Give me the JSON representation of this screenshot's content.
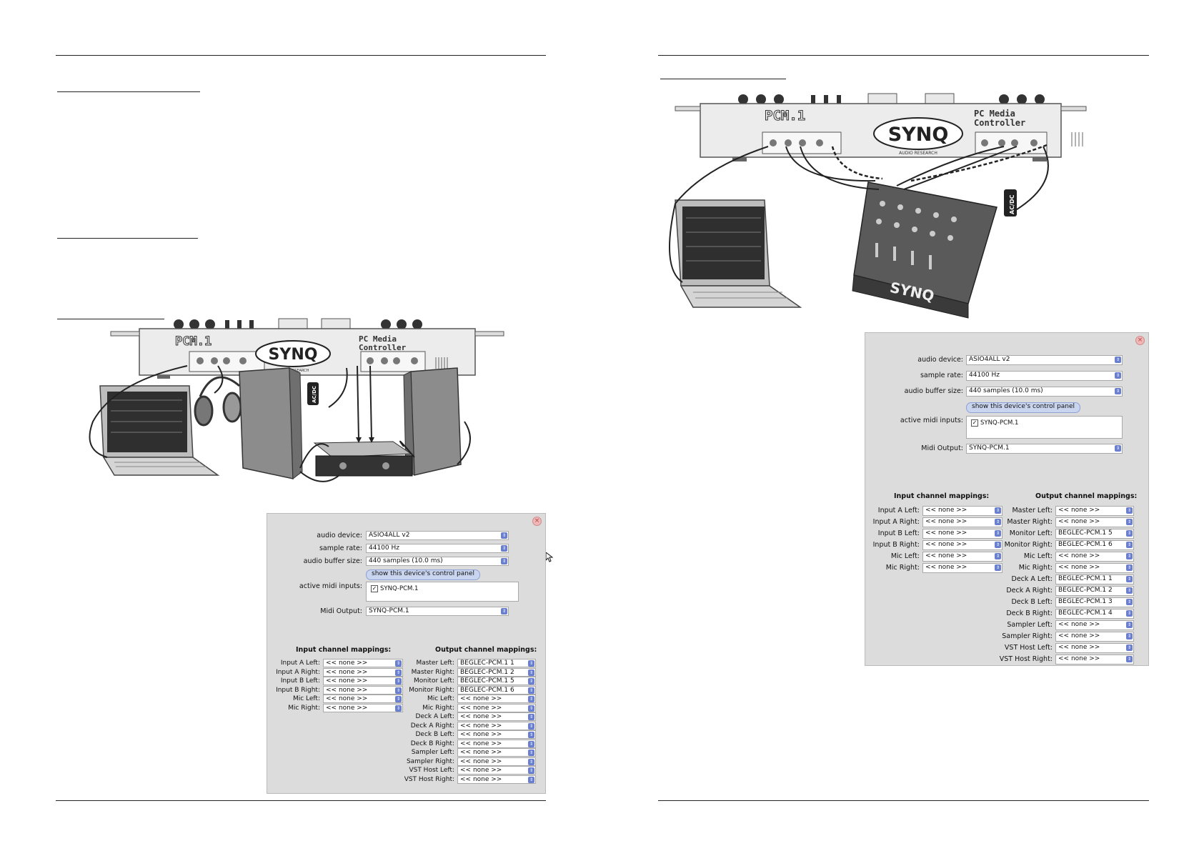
{
  "dialog": {
    "audio_device_label": "audio device:",
    "audio_device_value": "ASIO4ALL v2",
    "sample_rate_label": "sample rate:",
    "sample_rate_value": "44100 Hz",
    "buffer_label": "audio buffer size:",
    "buffer_value": "440 samples (10.0 ms)",
    "control_panel_button": "show this device's control panel",
    "midi_inputs_label": "active midi inputs:",
    "midi_input_item": "SYNQ-PCM.1",
    "midi_output_label": "Midi Output:",
    "midi_output_value": "SYNQ-PCM.1",
    "input_header": "Input channel mappings:",
    "output_header": "Output channel mappings:",
    "none": "<< none >>"
  },
  "left_dialog": {
    "inputs": [
      {
        "label": "Input A Left:",
        "value": "<< none >>"
      },
      {
        "label": "Input A Right:",
        "value": "<< none >>"
      },
      {
        "label": "Input B Left:",
        "value": "<< none >>"
      },
      {
        "label": "Input B Right:",
        "value": "<< none >>"
      },
      {
        "label": "Mic Left:",
        "value": "<< none >>"
      },
      {
        "label": "Mic Right:",
        "value": "<< none >>"
      }
    ],
    "outputs": [
      {
        "label": "Master Left:",
        "value": "BEGLEC-PCM.1 1"
      },
      {
        "label": "Master Right:",
        "value": "BEGLEC-PCM.1 2"
      },
      {
        "label": "Monitor Left:",
        "value": "BEGLEC-PCM.1 5"
      },
      {
        "label": "Monitor Right:",
        "value": "BEGLEC-PCM.1 6"
      },
      {
        "label": "Mic Left:",
        "value": "<< none >>"
      },
      {
        "label": "Mic Right:",
        "value": "<< none >>"
      },
      {
        "label": "Deck A Left:",
        "value": "<< none >>"
      },
      {
        "label": "Deck A Right:",
        "value": "<< none >>"
      },
      {
        "label": "Deck B Left:",
        "value": "<< none >>"
      },
      {
        "label": "Deck B Right:",
        "value": "<< none >>"
      },
      {
        "label": "Sampler Left:",
        "value": "<< none >>"
      },
      {
        "label": "Sampler Right:",
        "value": "<< none >>"
      },
      {
        "label": "VST Host Left:",
        "value": "<< none >>"
      },
      {
        "label": "VST Host Right:",
        "value": "<< none >>"
      }
    ]
  },
  "right_dialog": {
    "inputs": [
      {
        "label": "Input A Left:",
        "value": "<< none >>"
      },
      {
        "label": "Input A Right:",
        "value": "<< none >>"
      },
      {
        "label": "Input B Left:",
        "value": "<< none >>"
      },
      {
        "label": "Input B Right:",
        "value": "<< none >>"
      },
      {
        "label": "Mic Left:",
        "value": "<< none >>"
      },
      {
        "label": "Mic Right:",
        "value": "<< none >>"
      }
    ],
    "outputs": [
      {
        "label": "Master Left:",
        "value": "<< none >>"
      },
      {
        "label": "Master Right:",
        "value": "<< none >>"
      },
      {
        "label": "Monitor Left:",
        "value": "BEGLEC-PCM.1 5"
      },
      {
        "label": "Monitor Right:",
        "value": "BEGLEC-PCM.1 6"
      },
      {
        "label": "Mic Left:",
        "value": "<< none >>"
      },
      {
        "label": "Mic Right:",
        "value": "<< none >>"
      },
      {
        "label": "Deck A Left:",
        "value": "BEGLEC-PCM.1 1"
      },
      {
        "label": "Deck A Right:",
        "value": "BEGLEC-PCM.1 2"
      },
      {
        "label": "Deck B Left:",
        "value": "BEGLEC-PCM.1 3"
      },
      {
        "label": "Deck B Right:",
        "value": "BEGLEC-PCM.1 4"
      },
      {
        "label": "Sampler Left:",
        "value": "<< none >>"
      },
      {
        "label": "Sampler Right:",
        "value": "<< none >>"
      },
      {
        "label": "VST Host Left:",
        "value": "<< none >>"
      },
      {
        "label": "VST Host Right:",
        "value": "<< none >>"
      }
    ]
  },
  "device": {
    "model": "PCM.1",
    "line1": "PC Media",
    "line2": "Controller",
    "brand": "SYNQ",
    "brand_sub": "AUDIO RESEARCH",
    "adapter": "AC/DC"
  }
}
